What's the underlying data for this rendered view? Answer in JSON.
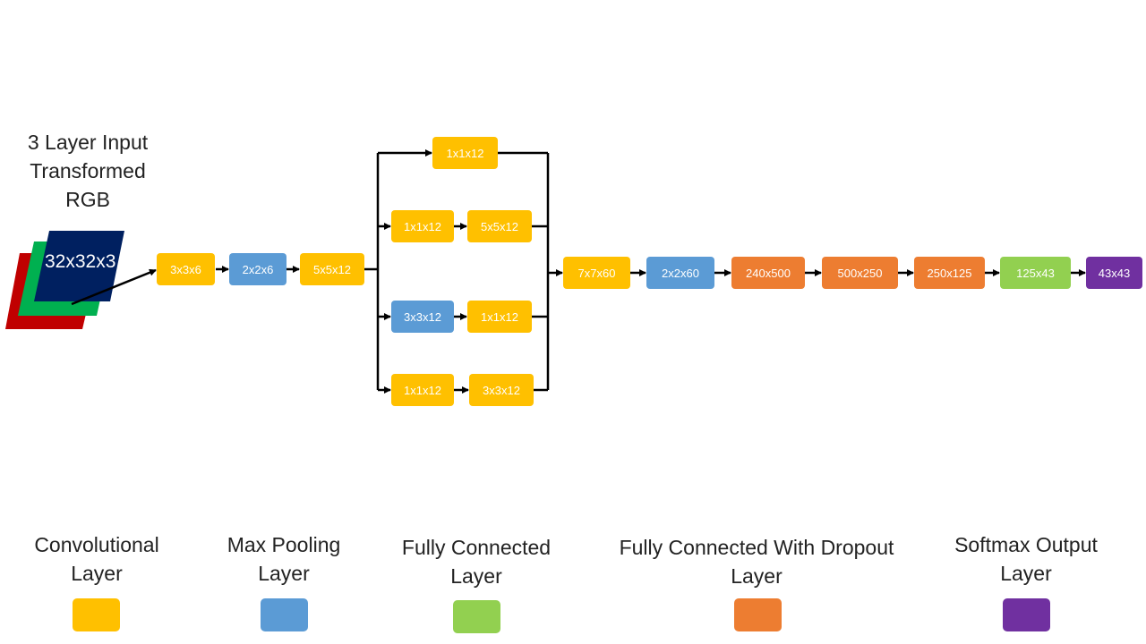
{
  "input": {
    "title_lines": [
      "3 Layer Input",
      "Transformed",
      "RGB"
    ],
    "label": "32x32x3",
    "layer_colors": [
      "#c00000",
      "#00b050",
      "#002060"
    ]
  },
  "colors": {
    "convolutional": "#ffc000",
    "max_pooling": "#5b9bd5",
    "fully_connected": "#92d050",
    "fc_dropout": "#ed7d31",
    "softmax": "#7030a0"
  },
  "nodes": {
    "n1": {
      "label": "3x3x6",
      "kind": "convolutional"
    },
    "n2": {
      "label": "2x2x6",
      "kind": "max_pooling"
    },
    "n3": {
      "label": "5x5x12",
      "kind": "convolutional"
    },
    "b1a": {
      "label": "1x1x12",
      "kind": "convolutional"
    },
    "b2a": {
      "label": "1x1x12",
      "kind": "convolutional"
    },
    "b2b": {
      "label": "5x5x12",
      "kind": "convolutional"
    },
    "b3a": {
      "label": "3x3x12",
      "kind": "max_pooling"
    },
    "b3b": {
      "label": "1x1x12",
      "kind": "convolutional"
    },
    "b4a": {
      "label": "1x1x12",
      "kind": "convolutional"
    },
    "b4b": {
      "label": "3x3x12",
      "kind": "convolutional"
    },
    "m1": {
      "label": "7x7x60",
      "kind": "convolutional"
    },
    "m2": {
      "label": "2x2x60",
      "kind": "max_pooling"
    },
    "m3": {
      "label": "240x500",
      "kind": "fc_dropout"
    },
    "m4": {
      "label": "500x250",
      "kind": "fc_dropout"
    },
    "m5": {
      "label": "250x125",
      "kind": "fc_dropout"
    },
    "m6": {
      "label": "125x43",
      "kind": "fully_connected"
    },
    "m7": {
      "label": "43x43",
      "kind": "softmax"
    }
  },
  "legend": [
    {
      "lines": [
        "Convolutional",
        "Layer"
      ],
      "kind": "convolutional"
    },
    {
      "lines": [
        "Max Pooling",
        "Layer"
      ],
      "kind": "max_pooling"
    },
    {
      "lines": [
        "Fully Connected",
        "Layer"
      ],
      "kind": "fully_connected"
    },
    {
      "lines": [
        "Fully Connected With Dropout",
        "Layer"
      ],
      "kind": "fc_dropout"
    },
    {
      "lines": [
        "Softmax Output",
        "Layer"
      ],
      "kind": "softmax"
    }
  ]
}
